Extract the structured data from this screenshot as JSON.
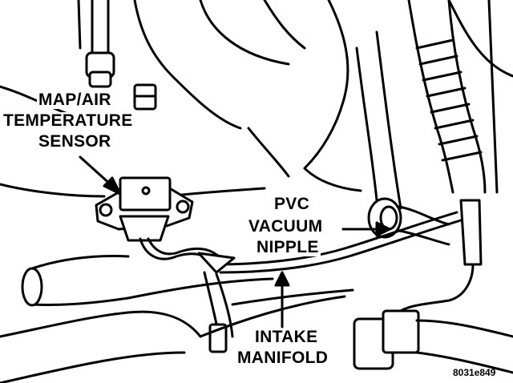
{
  "labels": {
    "map_sensor": [
      "MAP/AIR",
      "TEMPERATURE",
      "SENSOR"
    ],
    "pvc_nipple": [
      "PVC",
      "VACUUM",
      "NIPPLE"
    ],
    "intake_manifold": [
      "INTAKE",
      "MANIFOLD"
    ]
  },
  "figure_id": "8031e849",
  "colors": {
    "ink": "#000000",
    "paper": "#ffffff"
  }
}
